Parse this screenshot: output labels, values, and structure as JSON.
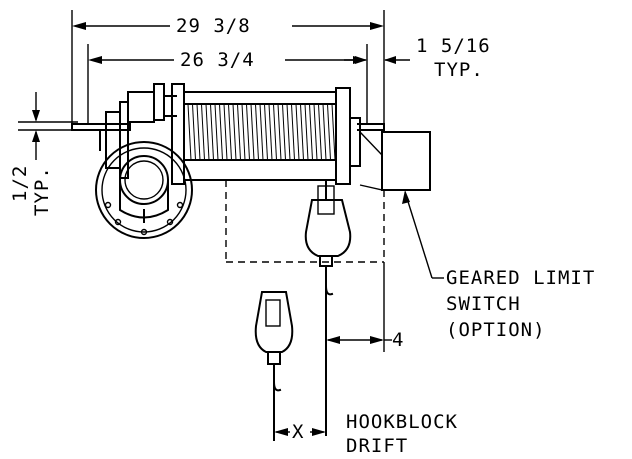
{
  "dimensions": {
    "overall_width": "29 3/8",
    "drum_width": "26 3/4",
    "flange_offset": "1 5/16",
    "flange_offset_note": "TYP.",
    "flange_thickness": "1/2",
    "flange_thickness_note": "TYP.",
    "clearance": "4",
    "drift_symbol": "X"
  },
  "callouts": {
    "limit_switch_line1": "GEARED LIMIT",
    "limit_switch_line2": "SWITCH",
    "limit_switch_line3": "(OPTION)",
    "hookblock_line1": "HOOKBLOCK",
    "hookblock_line2": "DRIFT"
  }
}
